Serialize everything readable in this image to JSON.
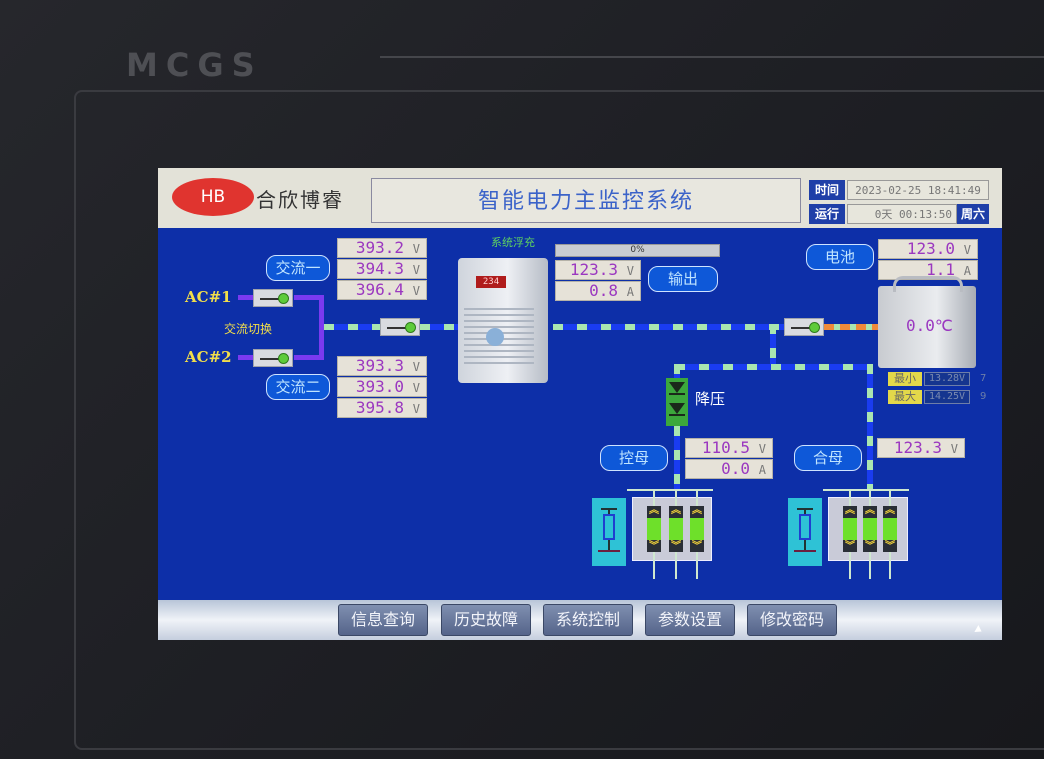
{
  "bezel": {
    "brand": "MCGS"
  },
  "header": {
    "logo": "HB",
    "company": "合欣博睿",
    "title": "智能电力主监控系统",
    "time_label": "时间",
    "time_value": "2023-02-25   18:41:49",
    "run_label": "运行",
    "run_value": "0天 00:13:50",
    "weekday": "周六"
  },
  "ac": {
    "ac1_label": "AC#1",
    "ac2_label": "AC#2",
    "switch_label": "交流切换",
    "line1": {
      "label": "交流一",
      "voltages": [
        "393.2",
        "394.3",
        "396.4"
      ],
      "unit": "V"
    },
    "line2": {
      "label": "交流二",
      "voltages": [
        "393.3",
        "393.0",
        "395.8"
      ],
      "unit": "V"
    }
  },
  "charger": {
    "status": "系统浮充",
    "display": "234",
    "progress": "0%",
    "voltage": "123.3",
    "voltage_unit": "V",
    "current": "0.8",
    "current_unit": "A",
    "output_label": "输出"
  },
  "battery": {
    "label": "电池",
    "voltage": "123.0",
    "voltage_unit": "V",
    "current": "1.1",
    "current_unit": "A",
    "temperature": "0.0℃",
    "min_label": "最小",
    "min_value": "13.28V",
    "min_index": "7",
    "max_label": "最大",
    "max_value": "14.25V",
    "max_index": "9"
  },
  "control_bus": {
    "buck_label": "降压",
    "label": "控母",
    "voltage": "110.5",
    "voltage_unit": "V",
    "current": "0.0",
    "current_unit": "A"
  },
  "closing_bus": {
    "label": "合母",
    "voltage": "123.3",
    "voltage_unit": "V"
  },
  "fuse_glyphs": {
    "up": "︽",
    "down": "︾"
  },
  "footer": {
    "buttons": [
      "信息查询",
      "历史故障",
      "系统控制",
      "参数设置",
      "修改密码"
    ]
  },
  "colors": {
    "screen_bg": "#0d2fa8",
    "readout_text": "#9b38c0",
    "ac_label": "#f2de4a",
    "logo_red": "#e0342f"
  }
}
